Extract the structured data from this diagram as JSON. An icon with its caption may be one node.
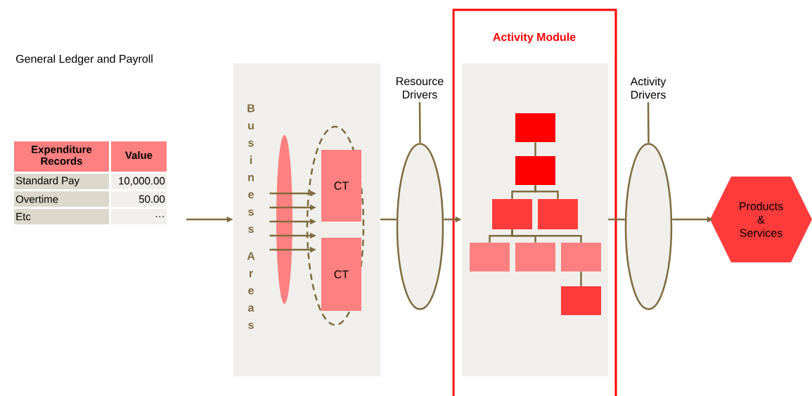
{
  "diagram": {
    "nodes": [
      {
        "text": [
          "Business Areas"
        ]
      },
      {
        "text": [],
        "shape": "ellipse",
        "in": 0
      },
      {
        "text": [],
        "shape": "ellipse",
        "in": 0
      },
      {
        "text": [
          "CT"
        ],
        "in": 2
      },
      {
        "text": [
          "CT"
        ],
        "in": 2
      },
      {
        "text": [
          "Resource Drivers"
        ]
      },
      {
        "text": [],
        "shape": "ellipse"
      },
      {
        "text": [
          "Activity Module"
        ]
      },
      {
        "text": [],
        "shape": "box",
        "in": 7
      },
      {
        "text": [],
        "shape": "box",
        "in": 8
      },
      {
        "text": [],
        "shape": "box",
        "in": 8
      },
      {
        "text": [],
        "shape": "box",
        "in": 8
      },
      {
        "text": [],
        "shape": "box",
        "in": 8
      },
      {
        "text": [],
        "shape": "box",
        "in": 8
      },
      {
        "text": [],
        "shape": "box",
        "in": 8
      },
      {
        "text": [],
        "shape": "box",
        "in": 8
      },
      {
        "text": [],
        "shape": "box",
        "in": 8
      },
      {
        "text": [
          "Activity Drivers"
        ]
      },
      {
        "text": [],
        "shape": "ellipse"
      },
      {
        "text": [
          "Products & Services"
        ]
      }
    ],
    "edges": [
      {
        "from": null,
        "to": 0,
        "arrow": "to"
      },
      {
        "from": 1,
        "to": 2,
        "arrow": "to"
      },
      {
        "from": 1,
        "to": 2,
        "arrow": "to"
      },
      {
        "from": 1,
        "to": 2,
        "arrow": "to"
      },
      {
        "from": 1,
        "to": 2,
        "arrow": "to"
      },
      {
        "from": 1,
        "to": 2,
        "arrow": "to"
      },
      {
        "from": 5,
        "to": 6,
        "arrow": "none"
      },
      {
        "from": 0,
        "to": 6,
        "arrow": "none"
      },
      {
        "from": 6,
        "to": 8,
        "arrow": "to"
      },
      {
        "from": 9,
        "to": 10,
        "arrow": "none"
      },
      {
        "from": 10,
        "to": 11,
        "arrow": "none"
      },
      {
        "from": 10,
        "to": 12,
        "arrow": "none"
      },
      {
        "from": 11,
        "to": 13,
        "arrow": "none"
      },
      {
        "from": 11,
        "to": 14,
        "arrow": "none"
      },
      {
        "from": 11,
        "to": 15,
        "arrow": "none"
      },
      {
        "from": 15,
        "to": 16,
        "arrow": "none"
      },
      {
        "from": 17,
        "to": 18,
        "arrow": "none"
      },
      {
        "from": 8,
        "to": 18,
        "arrow": "none"
      },
      {
        "from": 18,
        "to": 19,
        "arrow": "to"
      }
    ],
    "labels": [
      "General Ledger and Payroll",
      "Expenditure Records",
      "Value",
      "Standard Pay",
      "10,000.00",
      "Overtime",
      "50.00",
      "Etc",
      "…"
    ]
  }
}
